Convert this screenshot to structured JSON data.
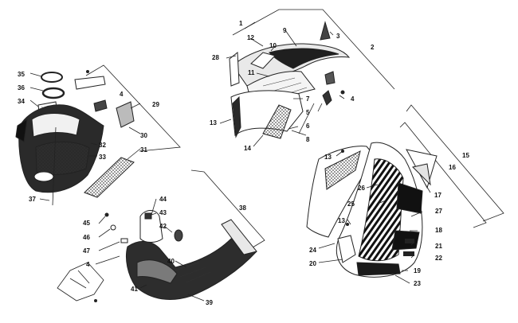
{
  "diagram": {
    "callouts": [
      "1",
      "2",
      "3",
      "4",
      "5",
      "6",
      "7",
      "8",
      "9",
      "10",
      "11",
      "12",
      "13",
      "14",
      "15",
      "16",
      "17",
      "18",
      "19",
      "20",
      "21",
      "22",
      "23",
      "24",
      "25",
      "26",
      "27",
      "28",
      "29",
      "30",
      "31",
      "32",
      "33",
      "34",
      "35",
      "36",
      "37",
      "38",
      "39",
      "40",
      "41",
      "42",
      "43",
      "44",
      "45",
      "46",
      "47"
    ]
  },
  "colors": {
    "line": "#222222",
    "panel_dark": "#1c1c1c",
    "panel_mid": "#6e6e6e",
    "panel_light": "#e8e8e8"
  }
}
